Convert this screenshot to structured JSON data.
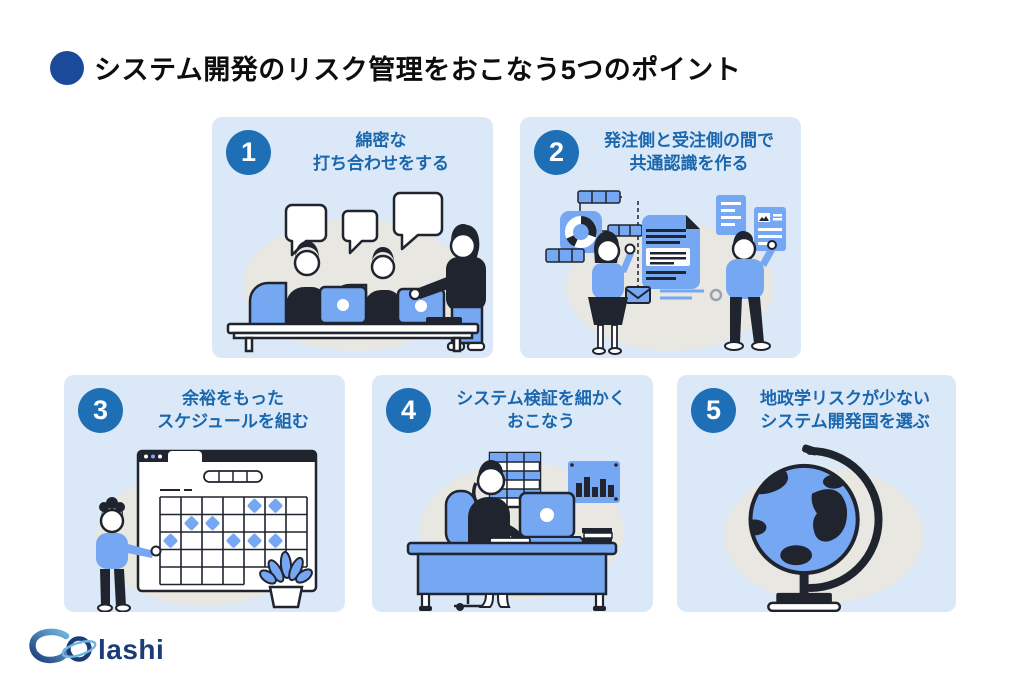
{
  "page": {
    "title": "システム開発のリスク管理をおこなう5つのポイント"
  },
  "cards": [
    {
      "number": "1",
      "line1": "綿密な",
      "line2": "打ち合わせをする",
      "illustration": "meeting"
    },
    {
      "number": "2",
      "line1": "発注側と受注側の間で",
      "line2": "共通認識を作る",
      "illustration": "shared-documents"
    },
    {
      "number": "3",
      "line1": "余裕をもった",
      "line2": "スケジュールを組む",
      "illustration": "schedule-calendar"
    },
    {
      "number": "4",
      "line1": "システム検証を細かく",
      "line2": "おこなう",
      "illustration": "desk-verification"
    },
    {
      "number": "5",
      "line1": "地政学リスクが少ない",
      "line2": "システム開発国を選ぶ",
      "illustration": "globe"
    }
  ],
  "brand": {
    "name": "Solashi",
    "wordmark_visible_text": "lashi"
  },
  "colors": {
    "title_bullet": "#1b4a9b",
    "card_background": "#dbe8f7",
    "number_circle": "#1e6fb5",
    "heading_text": "#1a67ae",
    "illustration_blue": "#76a7f3",
    "illustration_dark": "#20242e",
    "blob_gray": "#e9e7e2",
    "logo_navy": "#1c3c78",
    "logo_light_blue": "#6fb7e0"
  }
}
